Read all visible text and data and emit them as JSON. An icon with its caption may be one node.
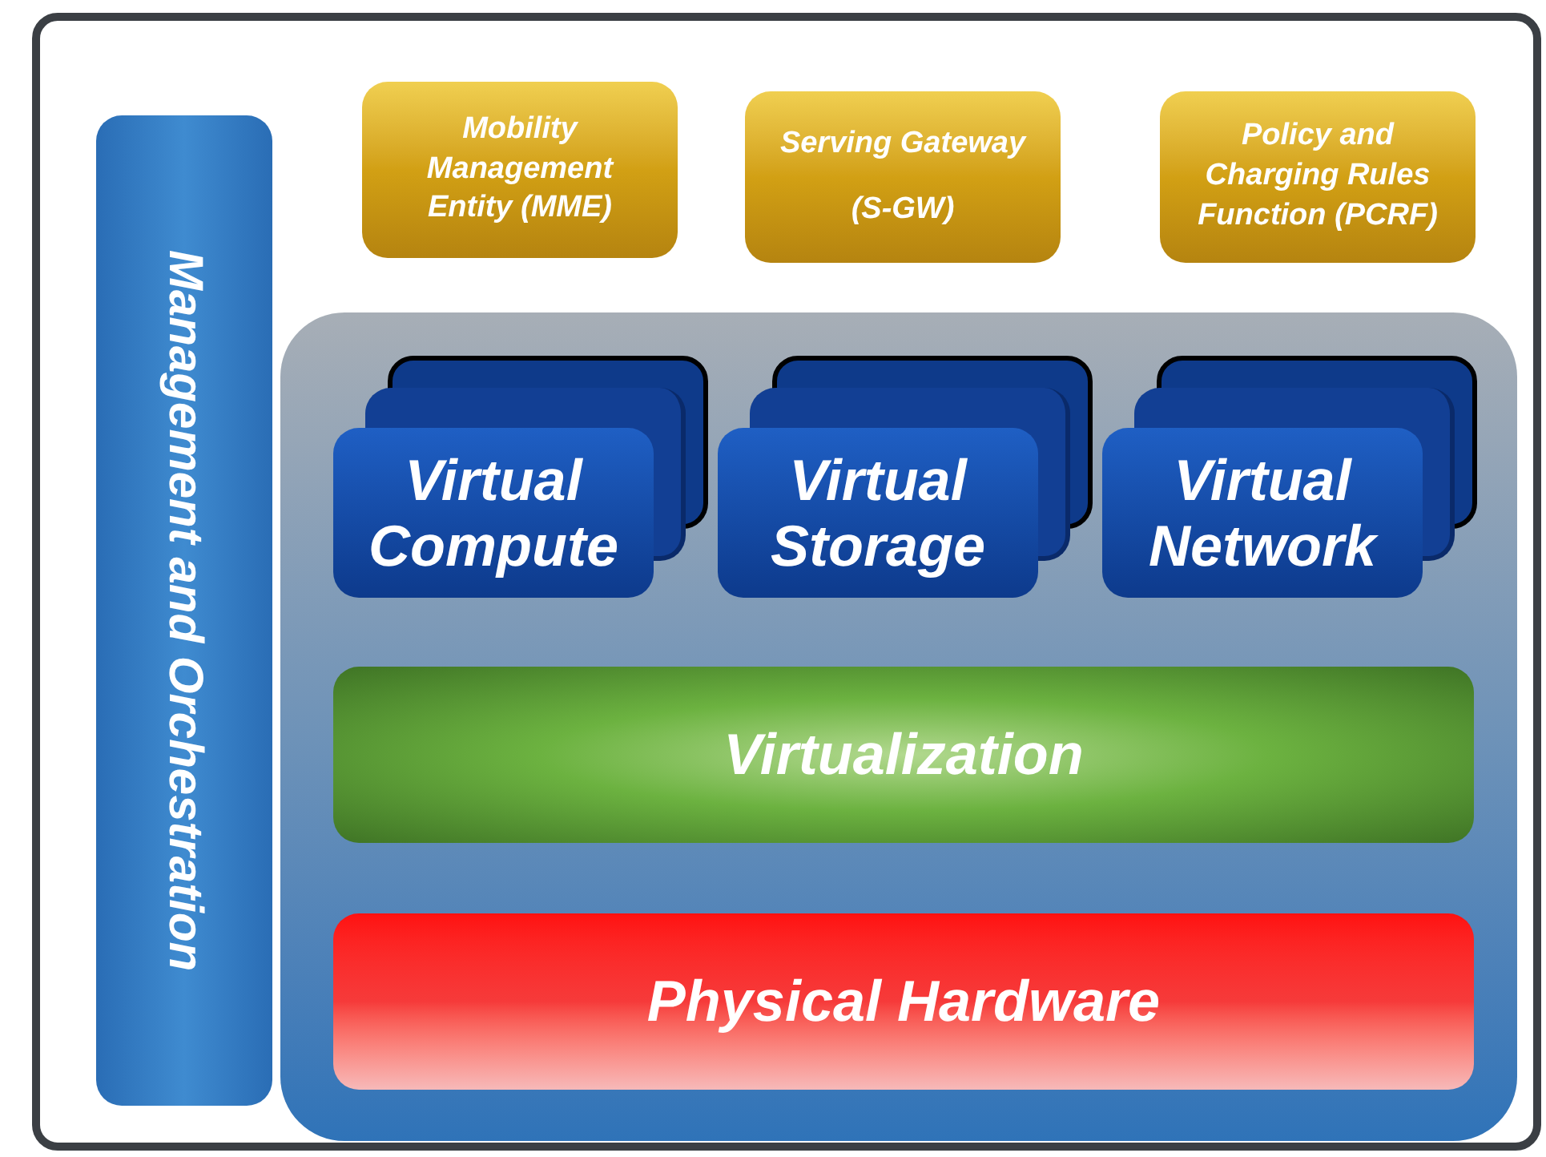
{
  "diagram": {
    "nodes": [
      {
        "text": [
          "Management and Orchestration"
        ]
      },
      {
        "text": [
          "Mobility Management Entity (MME)"
        ]
      },
      {
        "text": [
          "Serving Gateway",
          "(S-GW)"
        ]
      },
      {
        "text": [
          "Policy and Charging Rules Function (PCRF)"
        ]
      },
      {
        "text": [],
        "shape": "box"
      },
      {
        "text": [
          "Virtual Compute"
        ],
        "in": 4
      },
      {
        "text": [
          "Virtual Storage"
        ],
        "in": 4
      },
      {
        "text": [
          "Virtual Network"
        ],
        "in": 4
      },
      {
        "text": [
          "Virtualization"
        ],
        "in": 4
      },
      {
        "text": [
          "Physical Hardware"
        ],
        "in": 4
      }
    ]
  }
}
